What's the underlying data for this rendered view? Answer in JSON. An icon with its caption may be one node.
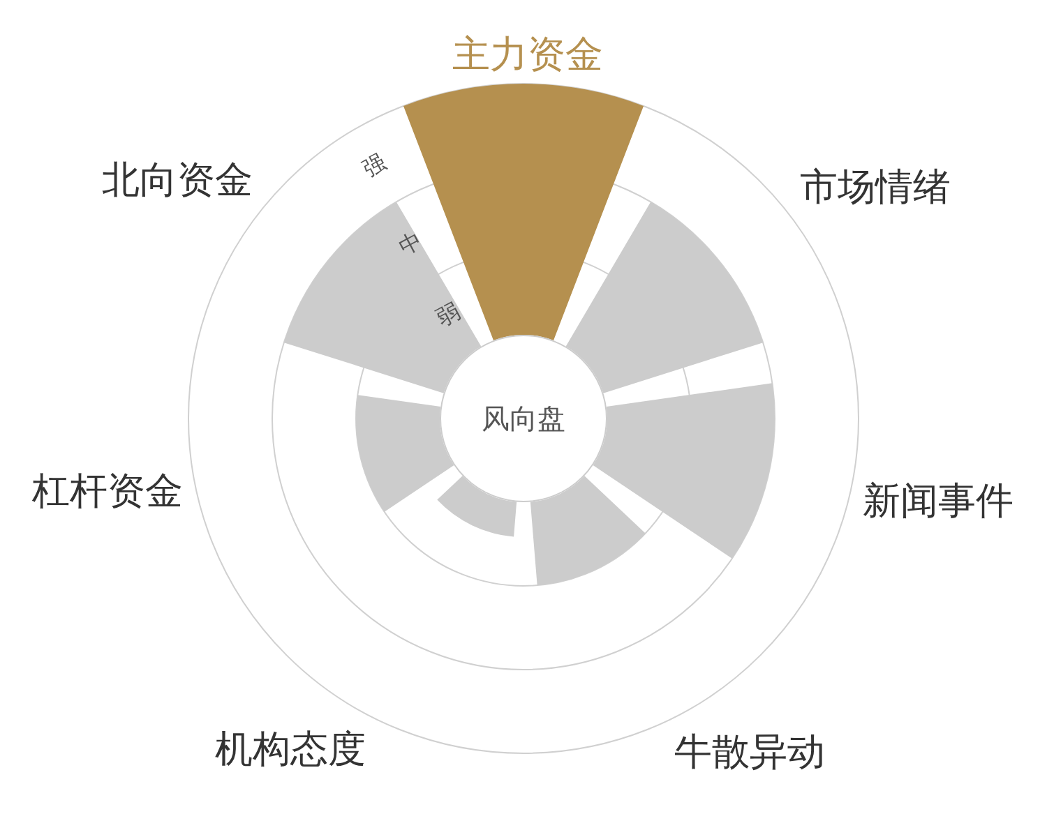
{
  "diagram": {
    "nodes": [
      {
        "text": [
          "风向盘"
        ]
      }
    ],
    "labels": [
      "主力资金",
      "市场情绪",
      "北向资金",
      "强",
      "中",
      "弱",
      "新闻事件",
      "杠杆资金",
      "机构态度",
      "牛散异动"
    ]
  }
}
